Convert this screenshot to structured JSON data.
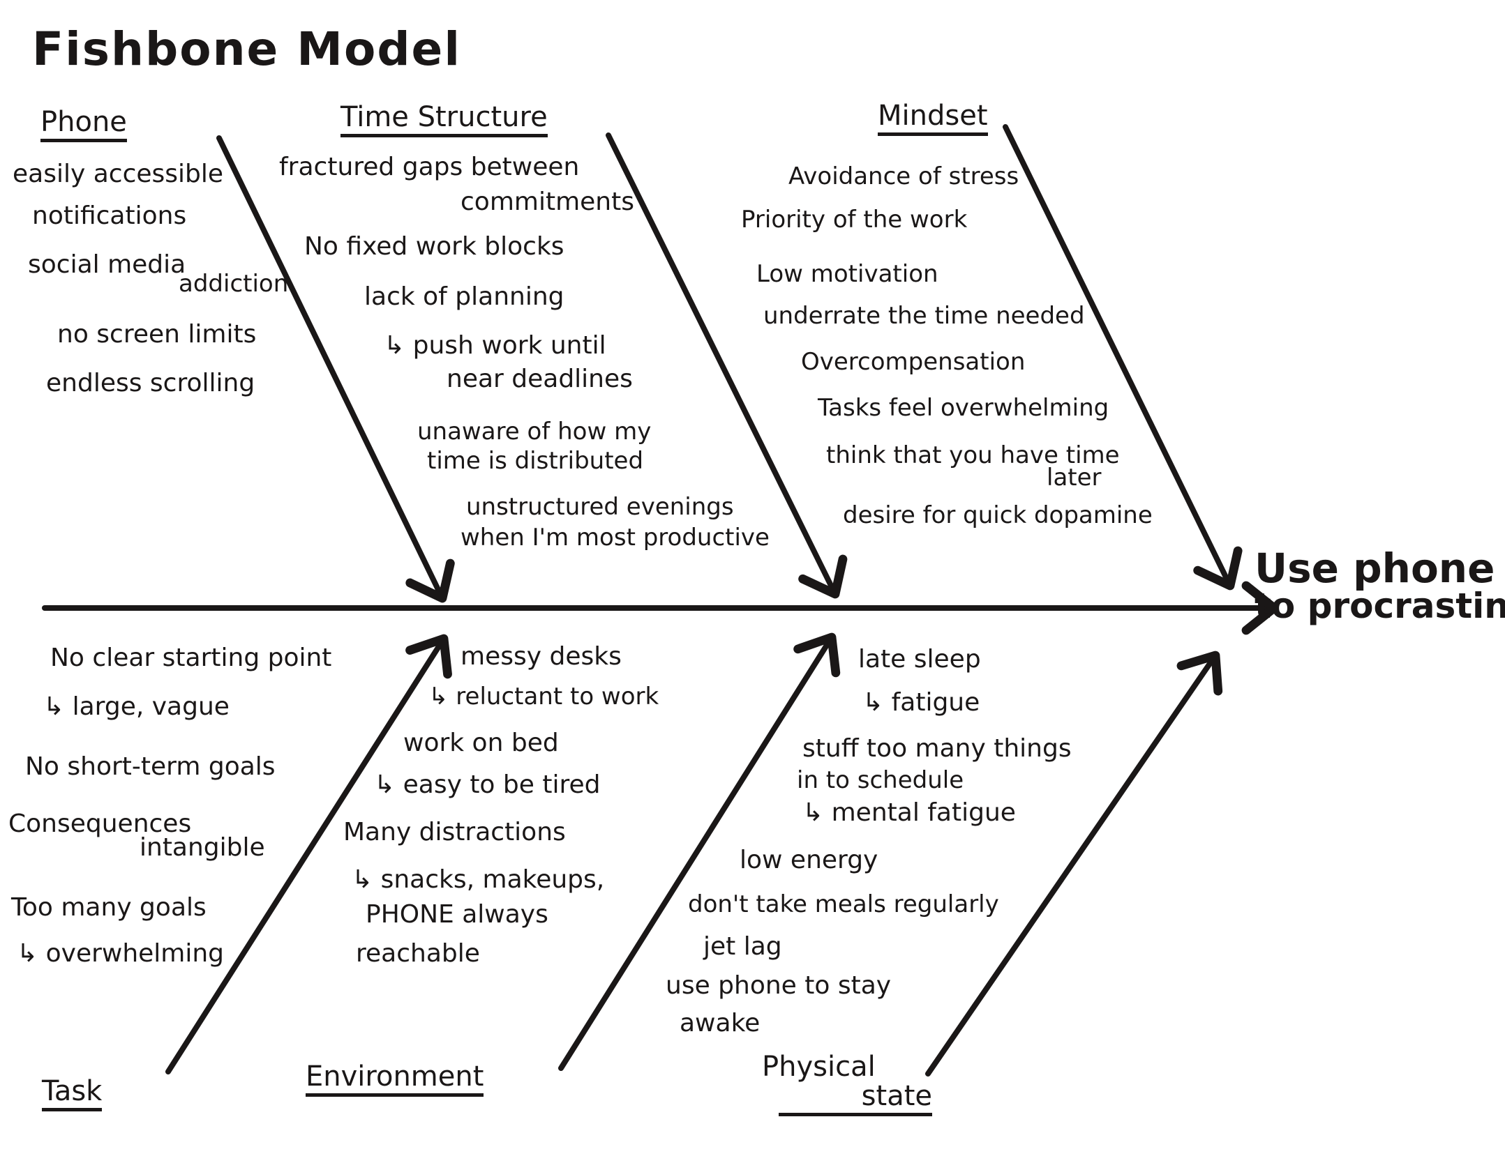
{
  "title": "Fishbone Model",
  "effect": {
    "line1": "Use phone",
    "line2": "to procrastinate"
  },
  "categories": {
    "phone": {
      "label": "Phone",
      "items": [
        "easily accessible",
        "notifications",
        "social media",
        "addiction",
        "no screen limits",
        "endless scrolling"
      ]
    },
    "time_structure": {
      "label": "Time Structure",
      "items": [
        "fractured gaps between",
        "commitments",
        "No fixed work blocks",
        "lack of planning",
        "↳ push work until",
        "near deadlines",
        "unaware of how my",
        "time is distributed",
        "unstructured evenings",
        "when I'm most productive"
      ]
    },
    "mindset": {
      "label": "Mindset",
      "items": [
        "Avoidance of stress",
        "Priority of the work",
        "Low motivation",
        "underrate the time needed",
        "Overcompensation",
        "Tasks feel overwhelming",
        "think that you have time",
        "later",
        "desire for quick dopamine"
      ]
    },
    "task": {
      "label": "Task",
      "items": [
        "No clear starting point",
        "↳ large, vague",
        "No short-term goals",
        "Consequences",
        "intangible",
        "Too many goals",
        "↳ overwhelming"
      ]
    },
    "environment": {
      "label": "Environment",
      "items": [
        "messy desks",
        "↳ reluctant to work",
        "work on bed",
        "↳ easy to be tired",
        "Many distractions",
        "↳ snacks, makeups,",
        "PHONE always",
        "reachable"
      ]
    },
    "physical_state": {
      "label_line1": "Physical",
      "label_line2": "state",
      "items": [
        "late sleep",
        "↳ fatigue",
        "stuff too many things",
        "in to schedule",
        "↳ mental fatigue",
        "low energy",
        "don't take meals regularly",
        "jet lag",
        "use phone to stay",
        "awake"
      ]
    }
  }
}
